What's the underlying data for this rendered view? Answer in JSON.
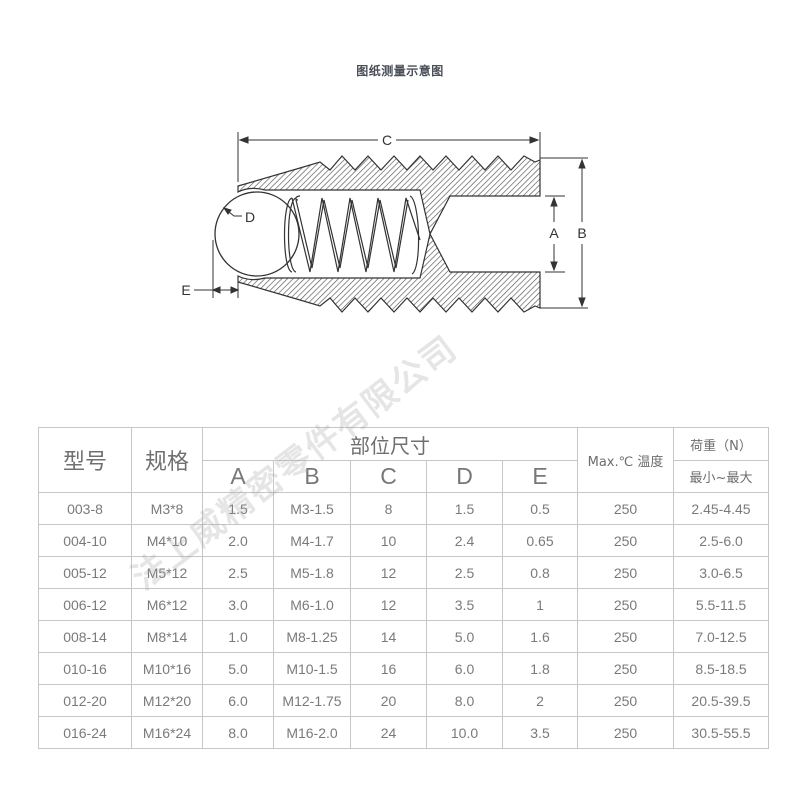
{
  "title": "图纸测量示意图",
  "drawing": {
    "labels": {
      "A": "A",
      "B": "B",
      "C": "C",
      "D": "D",
      "E": "E"
    },
    "line_color": "#333333"
  },
  "table": {
    "header": {
      "model": "型号",
      "spec": "规格",
      "dimensions": "部位尺寸",
      "dim_cols": [
        "A",
        "B",
        "C",
        "D",
        "E"
      ],
      "temp": "Max.℃ 温度",
      "load": "荷重（N）",
      "load_sub": "最小~最大"
    },
    "rows": [
      {
        "model": "003-8",
        "spec": "M3*8",
        "A": "1.5",
        "B": "M3-1.5",
        "C": "8",
        "D": "1.5",
        "E": "0.5",
        "temp": "250",
        "load": "2.45-4.45"
      },
      {
        "model": "004-10",
        "spec": "M4*10",
        "A": "2.0",
        "B": "M4-1.7",
        "C": "10",
        "D": "2.4",
        "E": "0.65",
        "temp": "250",
        "load": "2.5-6.0"
      },
      {
        "model": "005-12",
        "spec": "M5*12",
        "A": "2.5",
        "B": "M5-1.8",
        "C": "12",
        "D": "2.5",
        "E": "0.8",
        "temp": "250",
        "load": "3.0-6.5"
      },
      {
        "model": "006-12",
        "spec": "M6*12",
        "A": "3.0",
        "B": "M6-1.0",
        "C": "12",
        "D": "3.5",
        "E": "1",
        "temp": "250",
        "load": "5.5-11.5"
      },
      {
        "model": "008-14",
        "spec": "M8*14",
        "A": "1.0",
        "B": "M8-1.25",
        "C": "14",
        "D": "5.0",
        "E": "1.6",
        "temp": "250",
        "load": "7.0-12.5"
      },
      {
        "model": "010-16",
        "spec": "M10*16",
        "A": "5.0",
        "B": "M10-1.5",
        "C": "16",
        "D": "6.0",
        "E": "1.8",
        "temp": "250",
        "load": "8.5-18.5"
      },
      {
        "model": "012-20",
        "spec": "M12*20",
        "A": "6.0",
        "B": "M12-1.75",
        "C": "20",
        "D": "8.0",
        "E": "2",
        "temp": "250",
        "load": "20.5-39.5"
      },
      {
        "model": "016-24",
        "spec": "M16*24",
        "A": "8.0",
        "B": "M16-2.0",
        "C": "24",
        "D": "10.0",
        "E": "3.5",
        "temp": "250",
        "load": "30.5-55.5"
      }
    ],
    "border_color": "#c6c6c6",
    "text_color": "#7a7a7a"
  },
  "watermark": "法上威精密零件有限公司"
}
